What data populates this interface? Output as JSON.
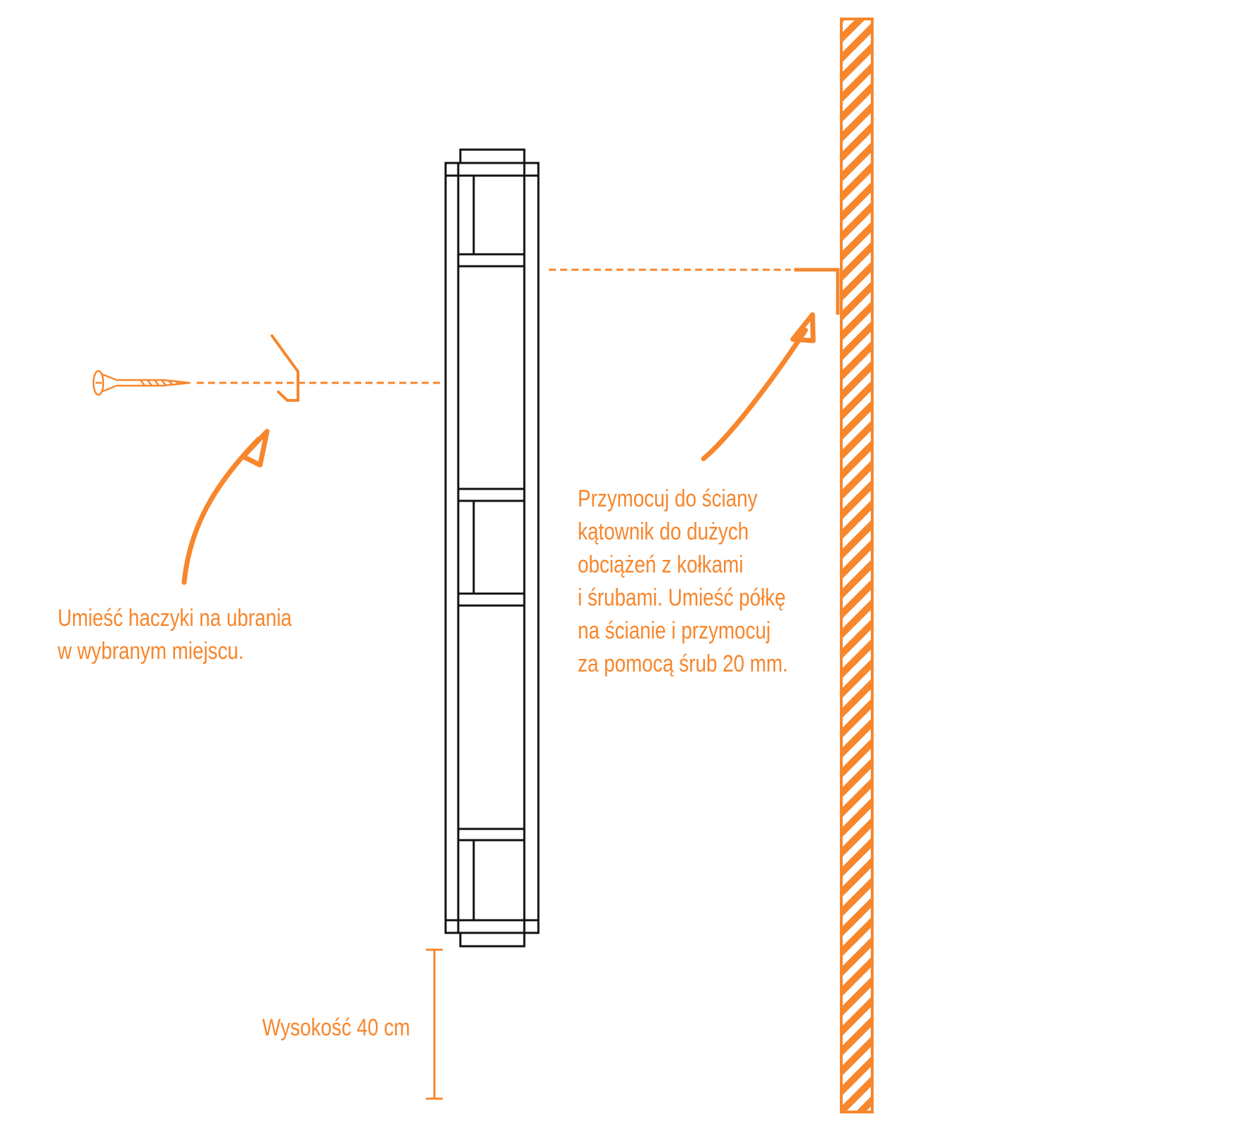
{
  "colors": {
    "accent": "#F7862C",
    "outline": "#111111",
    "background": "#FFFFFF"
  },
  "annotations": {
    "hooks": [
      "Umieść haczyki na ubrania",
      "w wybranym miejscu."
    ],
    "bracket": [
      "Przymocuj do ściany",
      "kątownik do dużych",
      "obciążeń z kołkami",
      "i śrubami. Umieść półkę",
      "na ścianie i przymocuj",
      "za pomocą śrub 20 mm."
    ],
    "height": "Wysokość 40 cm"
  },
  "icons": [
    "screw-icon",
    "clothes-hook-icon",
    "angle-bracket-icon",
    "wall-hatch"
  ]
}
